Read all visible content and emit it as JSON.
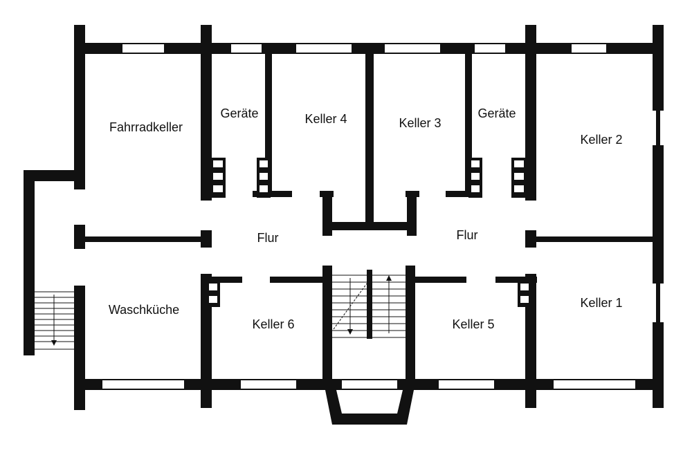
{
  "plan": {
    "rooms": {
      "fahrradkeller": "Fahrradkeller",
      "geraete_left": "Geräte",
      "keller4": "Keller 4",
      "keller3": "Keller 3",
      "geraete_right": "Geräte",
      "keller2": "Keller 2",
      "flur_left": "Flur",
      "flur_right": "Flur",
      "waschkueche": "Waschküche",
      "keller6": "Keller 6",
      "keller5": "Keller 5",
      "keller1": "Keller 1"
    }
  },
  "colors": {
    "wall": "#111111",
    "background": "#ffffff"
  }
}
